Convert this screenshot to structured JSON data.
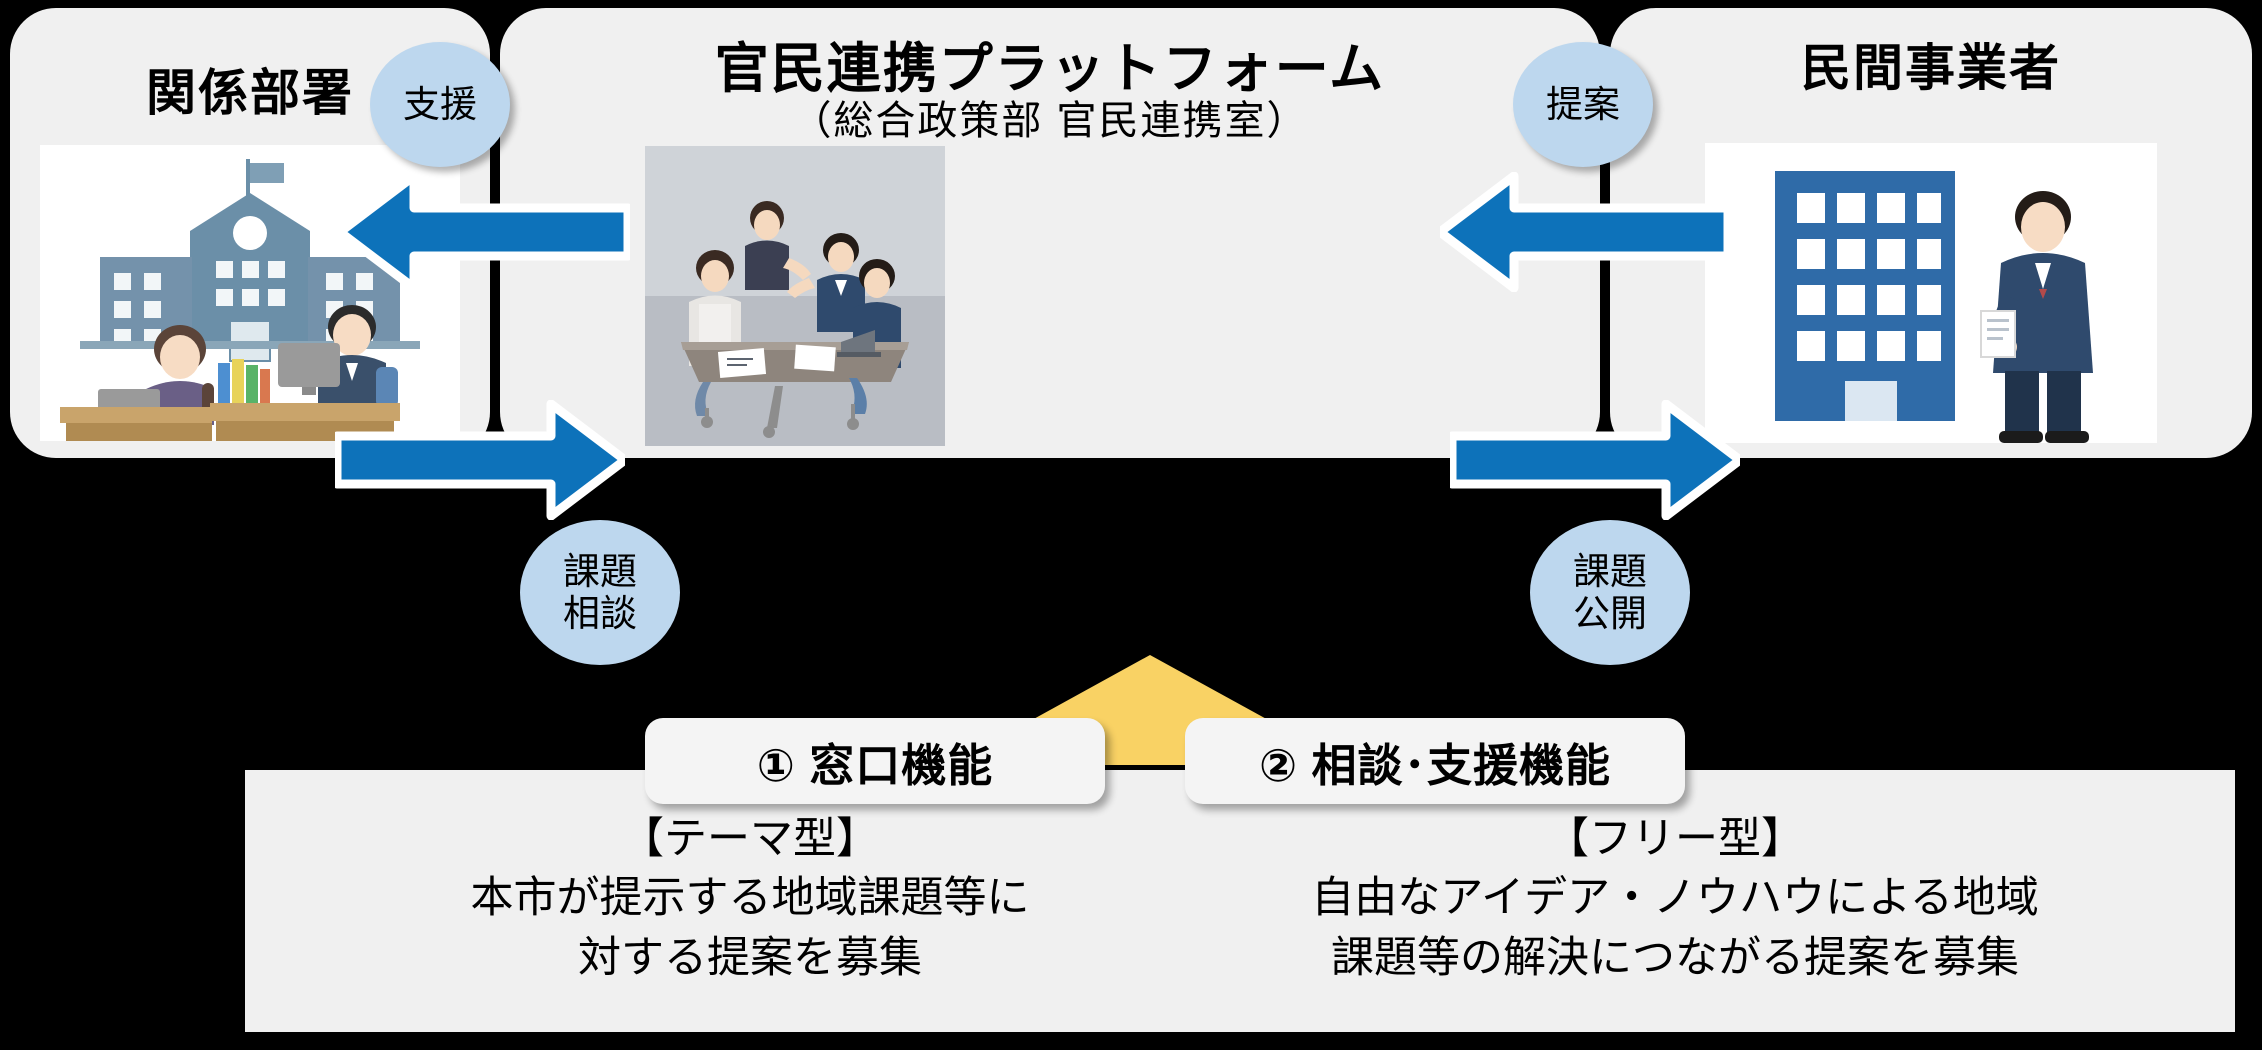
{
  "left_panel": {
    "title": "関係部署",
    "illustration": "government-office-desk-illustration"
  },
  "center_panel": {
    "title": "官民連携プラットフォーム",
    "subtitle": "（総合政策部 官民連携室）",
    "illustration": "meeting-discussion-photo"
  },
  "right_panel": {
    "title": "民間事業者",
    "illustration": "business-person-building-illustration"
  },
  "badges": {
    "support": "支援",
    "proposal": "提案",
    "issue_consultation_line1": "課題",
    "issue_consultation_line2": "相談",
    "issue_publication_line1": "課題",
    "issue_publication_line2": "公開"
  },
  "arrows": {
    "left_top": "arrow-left-support",
    "left_bottom": "arrow-right-consultation",
    "right_top": "arrow-left-proposal",
    "right_bottom": "arrow-right-publication"
  },
  "functions": [
    {
      "label": "① 窓口機能"
    },
    {
      "label": "② 相談･支援機能"
    }
  ],
  "details": [
    {
      "heading": "【テーマ型】",
      "body": "本市が提示する地域課題等に\n対する提案を募集"
    },
    {
      "heading": "【フリー型】",
      "body": "自由なアイデア・ノウハウによる地域\n課題等の解決につながる提案を募集"
    }
  ],
  "colors": {
    "badge_blue": "#bdd7ee",
    "arrow_blue": "#0d72ba",
    "panel_gray": "#f0f0f0",
    "accent_yellow": "#f9d264",
    "building_blue": "#6b8fa8",
    "suit_navy": "#2f4a6d"
  }
}
